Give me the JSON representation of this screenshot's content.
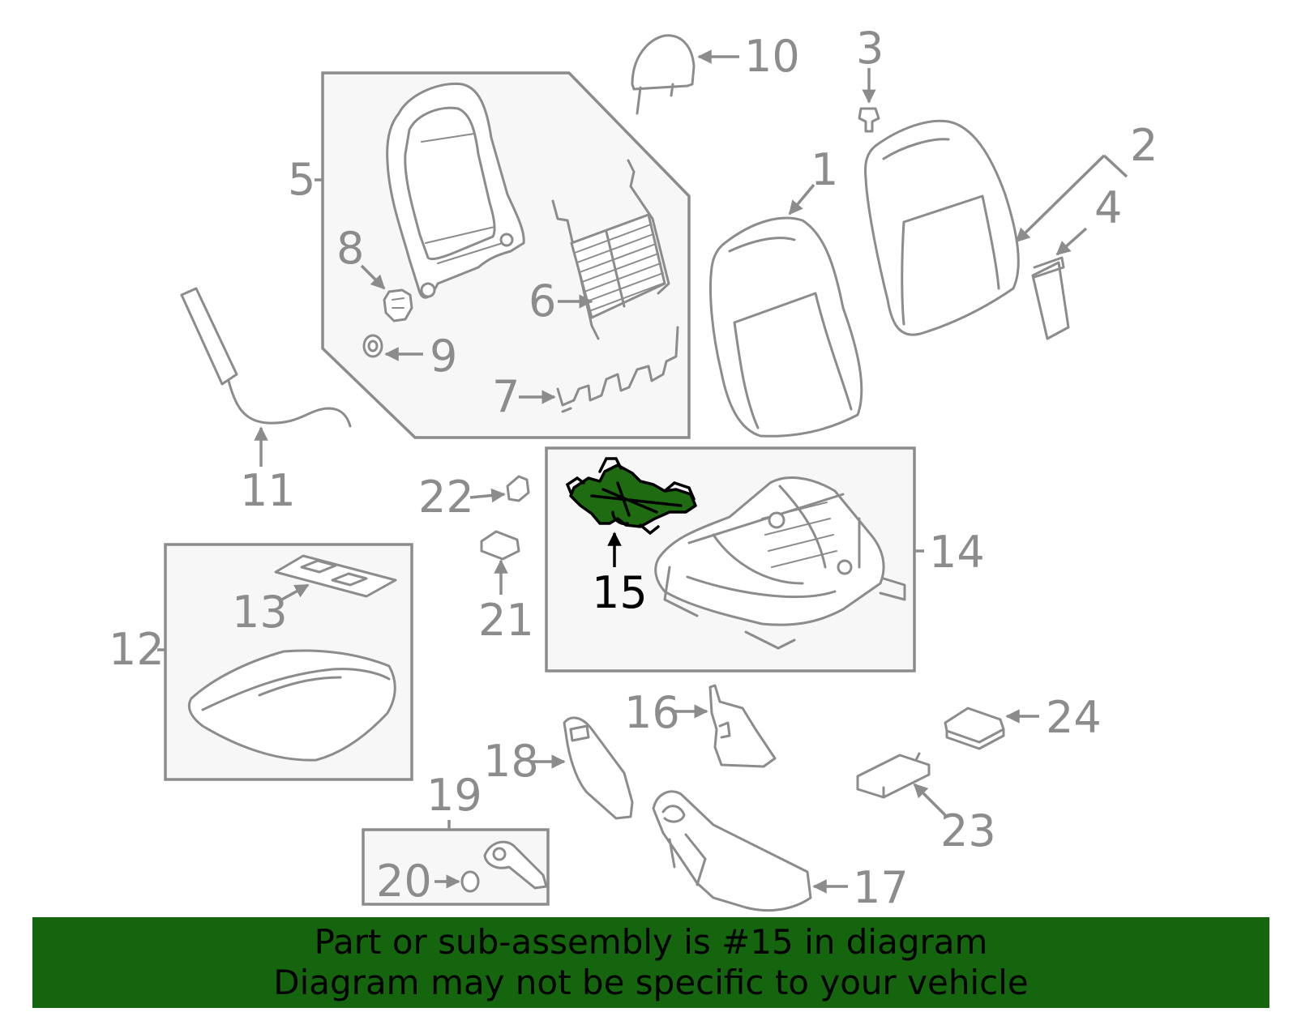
{
  "colors": {
    "part_gray": "#8c8c8c",
    "highlight_green": "#1f6b12",
    "banner_green": "#14650d",
    "highlight_text": "#000000"
  },
  "labels": {
    "l1": "1",
    "l2": "2",
    "l3": "3",
    "l4": "4",
    "l5": "5",
    "l6": "6",
    "l7": "7",
    "l8": "8",
    "l9": "9",
    "l10": "10",
    "l11": "11",
    "l12": "12",
    "l13": "13",
    "l14": "14",
    "l15": "15",
    "l16": "16",
    "l17": "17",
    "l18": "18",
    "l19": "19",
    "l20": "20",
    "l21": "21",
    "l22": "22",
    "l23": "23",
    "l24": "24"
  },
  "highlighted_part": "15",
  "banner": {
    "line1": "Part or sub-assembly is #15 in diagram",
    "line2": "Diagram may not be specific to your vehicle"
  }
}
